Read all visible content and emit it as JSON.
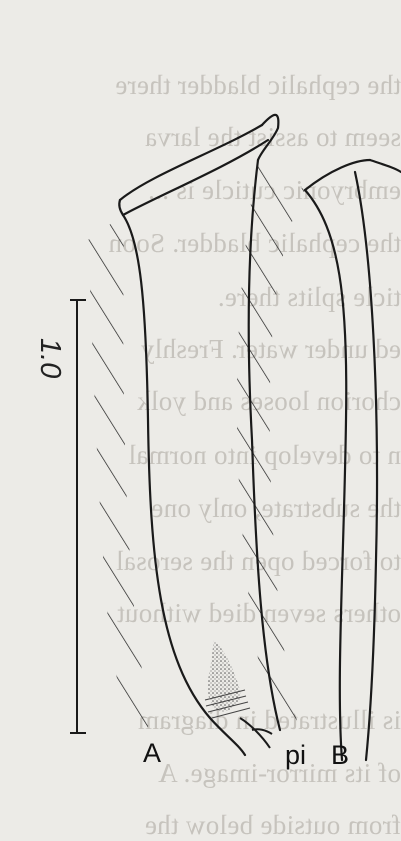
{
  "labels": {
    "A": "A",
    "B": "B",
    "pi": "pi",
    "scale": "1.0"
  },
  "bleed_through_lines": [
    "the cephalic bladder there",
    "seem to assist the larva",
    "embryonic cuticle is ...",
    "the cephalic bladder. Soon",
    "ticle splits there.",
    "ed under water. Freshly",
    "chorion looses and yolk",
    "n to develop into normal",
    "the substrate, only one",
    "to forced open the serosal",
    "others seven died without",
    "is illustrated in diagram",
    "of its mirror-image. A",
    "from outside below the"
  ],
  "colors": {
    "paper": "#ecebe7",
    "ink": "#1a1a1a",
    "bleed": "#c6c3bd"
  }
}
